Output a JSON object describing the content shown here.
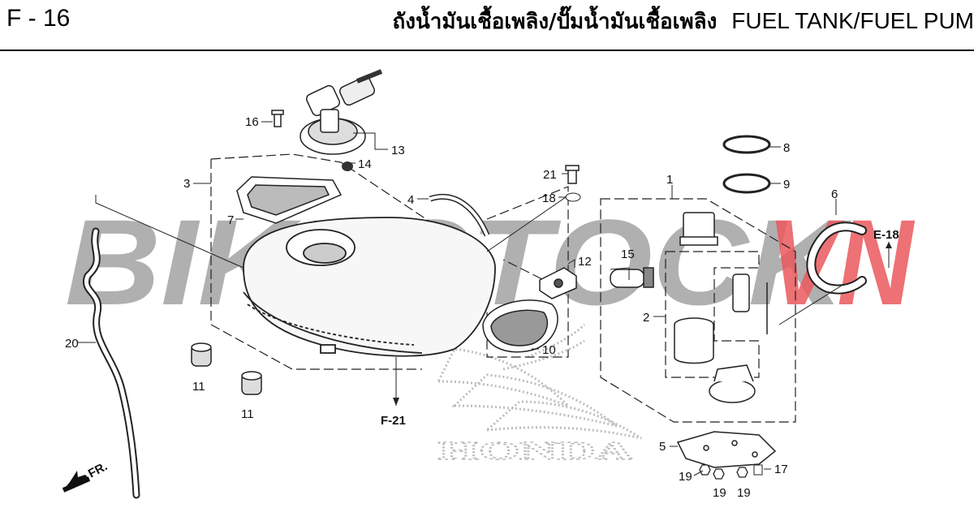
{
  "header": {
    "page_code": "F - 16",
    "title_thai": "ถังน้ำมันเชื้อเพลิง/ปั๊มน้ำมันเชื้อเพลิง",
    "title_en": "FUEL TANK/FUEL PUM"
  },
  "watermark": {
    "text_main": "BIKESTOCK",
    "text_accent": "VN",
    "main_color": "#9e9e9e",
    "accent_color": "#e31e24"
  },
  "brand": {
    "text": "HONDA",
    "logo_icon": "honda-wing-icon"
  },
  "callouts": {
    "c1": "1",
    "c2": "2",
    "c3": "3",
    "c4": "4",
    "c5": "5",
    "c6": "6",
    "c7": "7",
    "c8": "8",
    "c9": "9",
    "c10": "10",
    "c11a": "11",
    "c11b": "11",
    "c12": "12",
    "c13": "13",
    "c14": "14",
    "c15": "15",
    "c16": "16",
    "c17": "17",
    "c18": "18",
    "c19a": "19",
    "c19b": "19",
    "c19c": "19",
    "c20": "20",
    "c21": "21"
  },
  "references": {
    "f21": "F-21",
    "e18": "E-18"
  },
  "direction": {
    "label": "FR.",
    "icon": "front-arrow-icon"
  }
}
